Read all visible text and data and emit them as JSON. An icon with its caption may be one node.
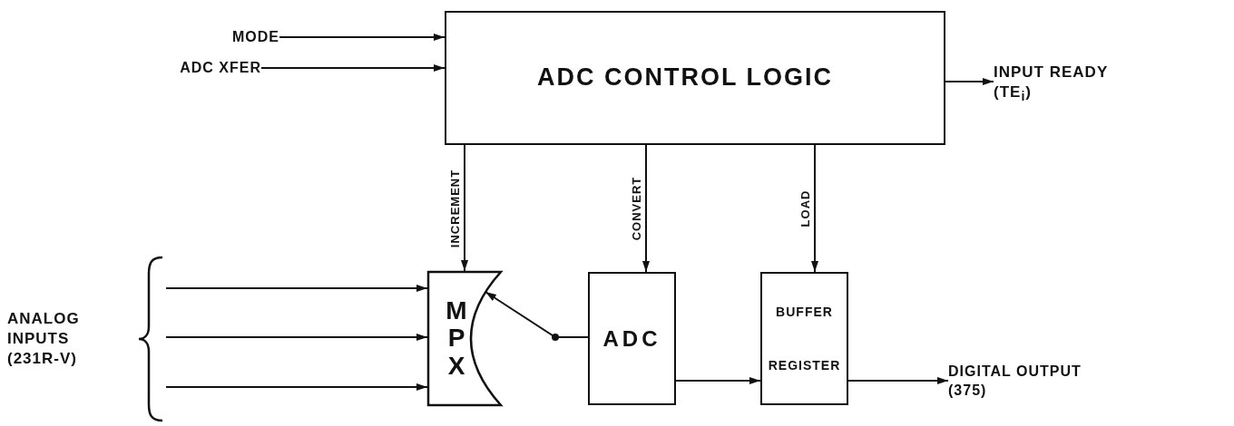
{
  "diagram": {
    "nodes": [
      {
        "text": [
          "MODE"
        ]
      },
      {
        "text": [
          "ADC XFER"
        ]
      },
      {
        "text": [
          "ADC CONTROL LOGIC"
        ]
      },
      {
        "text": [
          "INPUT READY (TE$_{i}$)"
        ]
      },
      {
        "text": [
          "ANALOG INPUTS (231R-V)"
        ]
      },
      {
        "text": [
          "MPX"
        ]
      },
      {
        "text": [
          "ADC"
        ]
      },
      {
        "text": [
          "BUFFER REGISTER"
        ]
      },
      {
        "text": [
          "DIGITAL OUTPUT (375)"
        ]
      }
    ],
    "edges": [
      {
        "from": 0,
        "to": 2,
        "arrow": "to"
      },
      {
        "from": 1,
        "to": 2,
        "arrow": "to"
      },
      {
        "from": 2,
        "to": 3,
        "arrow": "to"
      },
      {
        "from": 2,
        "to": 5,
        "arrow": "to",
        "label": "INCREMENT"
      },
      {
        "from": 2,
        "to": 6,
        "arrow": "to",
        "label": "CONVERT"
      },
      {
        "from": 2,
        "to": 7,
        "arrow": "to",
        "label": "LOAD"
      },
      {
        "from": 4,
        "to": 5,
        "arrow": "to"
      },
      {
        "from": 4,
        "to": 5,
        "arrow": "to"
      },
      {
        "from": 4,
        "to": 5,
        "arrow": "to"
      },
      {
        "from": 6,
        "to": 5,
        "arrow": "to"
      },
      {
        "from": 6,
        "to": 7,
        "arrow": "to"
      },
      {
        "from": 7,
        "to": 8,
        "arrow": "to"
      }
    ]
  }
}
